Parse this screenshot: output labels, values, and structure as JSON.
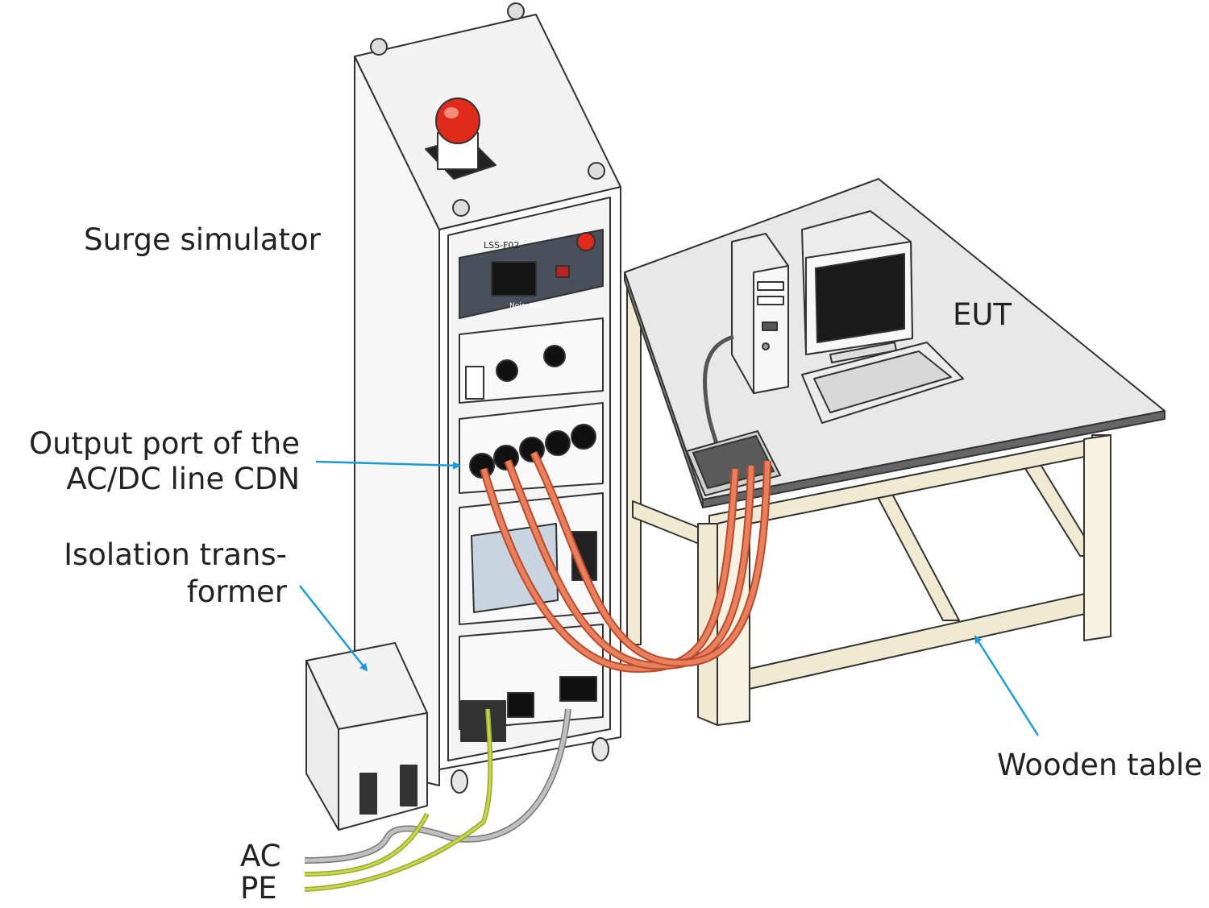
{
  "labels": {
    "surge_simulator": "Surge simulator",
    "eut": "EUT",
    "output_port_line1": "Output port of the",
    "output_port_line2": "AC/DC line CDN",
    "isolation_line1": "Isolation trans-",
    "isolation_line2": "former",
    "wooden_table": "Wooden table",
    "ac": "AC",
    "pe": "PE"
  },
  "device": {
    "model": "LSS-F02",
    "brand": "NoiseKen"
  },
  "colors": {
    "arrow": "#1e9ad6",
    "cable": "#e8805e",
    "cable_edge": "#b94a2c",
    "pe_wire": "#c8d84a",
    "ac_wire": "#bfbfbf",
    "beacon": "#e02a1a",
    "panel_dark": "#4a4f5c",
    "wood": "#f1ead2",
    "tabletop": "#e8e8e8"
  }
}
